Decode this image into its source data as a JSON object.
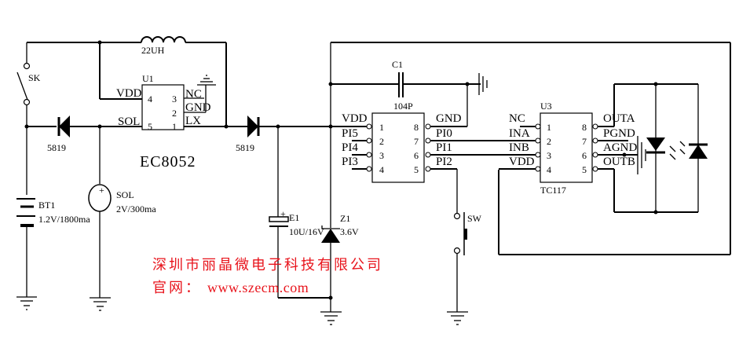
{
  "diagram": {
    "type": "circuit-schematic",
    "components": {
      "switch_sk": {
        "ref": "SK"
      },
      "inductor": {
        "value": "22UH"
      },
      "u1": {
        "ref": "U1",
        "part": "EC8052",
        "pins_left": [
          {
            "num": "4",
            "name": "VDD"
          },
          {
            "num": "5",
            "name": "SOL"
          }
        ],
        "pins_right": [
          {
            "num": "3",
            "name": "NC"
          },
          {
            "num": "2",
            "name": "GND"
          },
          {
            "num": "1",
            "name": "LX"
          }
        ]
      },
      "d1": {
        "value": "5819"
      },
      "d2": {
        "value": "5819"
      },
      "battery": {
        "ref": "BT1",
        "value": "1.2V/1800ma"
      },
      "solar": {
        "ref": "SOL",
        "value": "2V/300ma",
        "plus": "+",
        "minus": "-"
      },
      "c1": {
        "ref": "C1",
        "value": "104P"
      },
      "e1": {
        "ref": "E1",
        "value": "10U/16V",
        "plus": "+"
      },
      "z1": {
        "ref": "Z1",
        "value": "3.6V"
      },
      "mcu": {
        "pins_left": [
          {
            "num": "1",
            "name": "VDD"
          },
          {
            "num": "2",
            "name": "PI5"
          },
          {
            "num": "3",
            "name": "PI4"
          },
          {
            "num": "4",
            "name": "PI3"
          }
        ],
        "pins_right": [
          {
            "num": "8",
            "name": "GND"
          },
          {
            "num": "7",
            "name": "PI0"
          },
          {
            "num": "6",
            "name": "PI1"
          },
          {
            "num": "5",
            "name": "PI2"
          }
        ]
      },
      "sw": {
        "ref": "SW"
      },
      "u3": {
        "ref": "U3",
        "part": "TC117",
        "pins_left": [
          {
            "num": "1",
            "name": "NC"
          },
          {
            "num": "2",
            "name": "INA"
          },
          {
            "num": "3",
            "name": "INB"
          },
          {
            "num": "4",
            "name": "VDD"
          }
        ],
        "pins_right": [
          {
            "num": "8",
            "name": "OUTA"
          },
          {
            "num": "7",
            "name": "PGND"
          },
          {
            "num": "6",
            "name": "AGND"
          },
          {
            "num": "5",
            "name": "OUTB"
          }
        ]
      }
    },
    "watermark": {
      "company": "深圳市丽晶微电子科技有限公司",
      "website_label": "官网：",
      "website": "www.szecm.com",
      "color": "#e8141c"
    }
  }
}
